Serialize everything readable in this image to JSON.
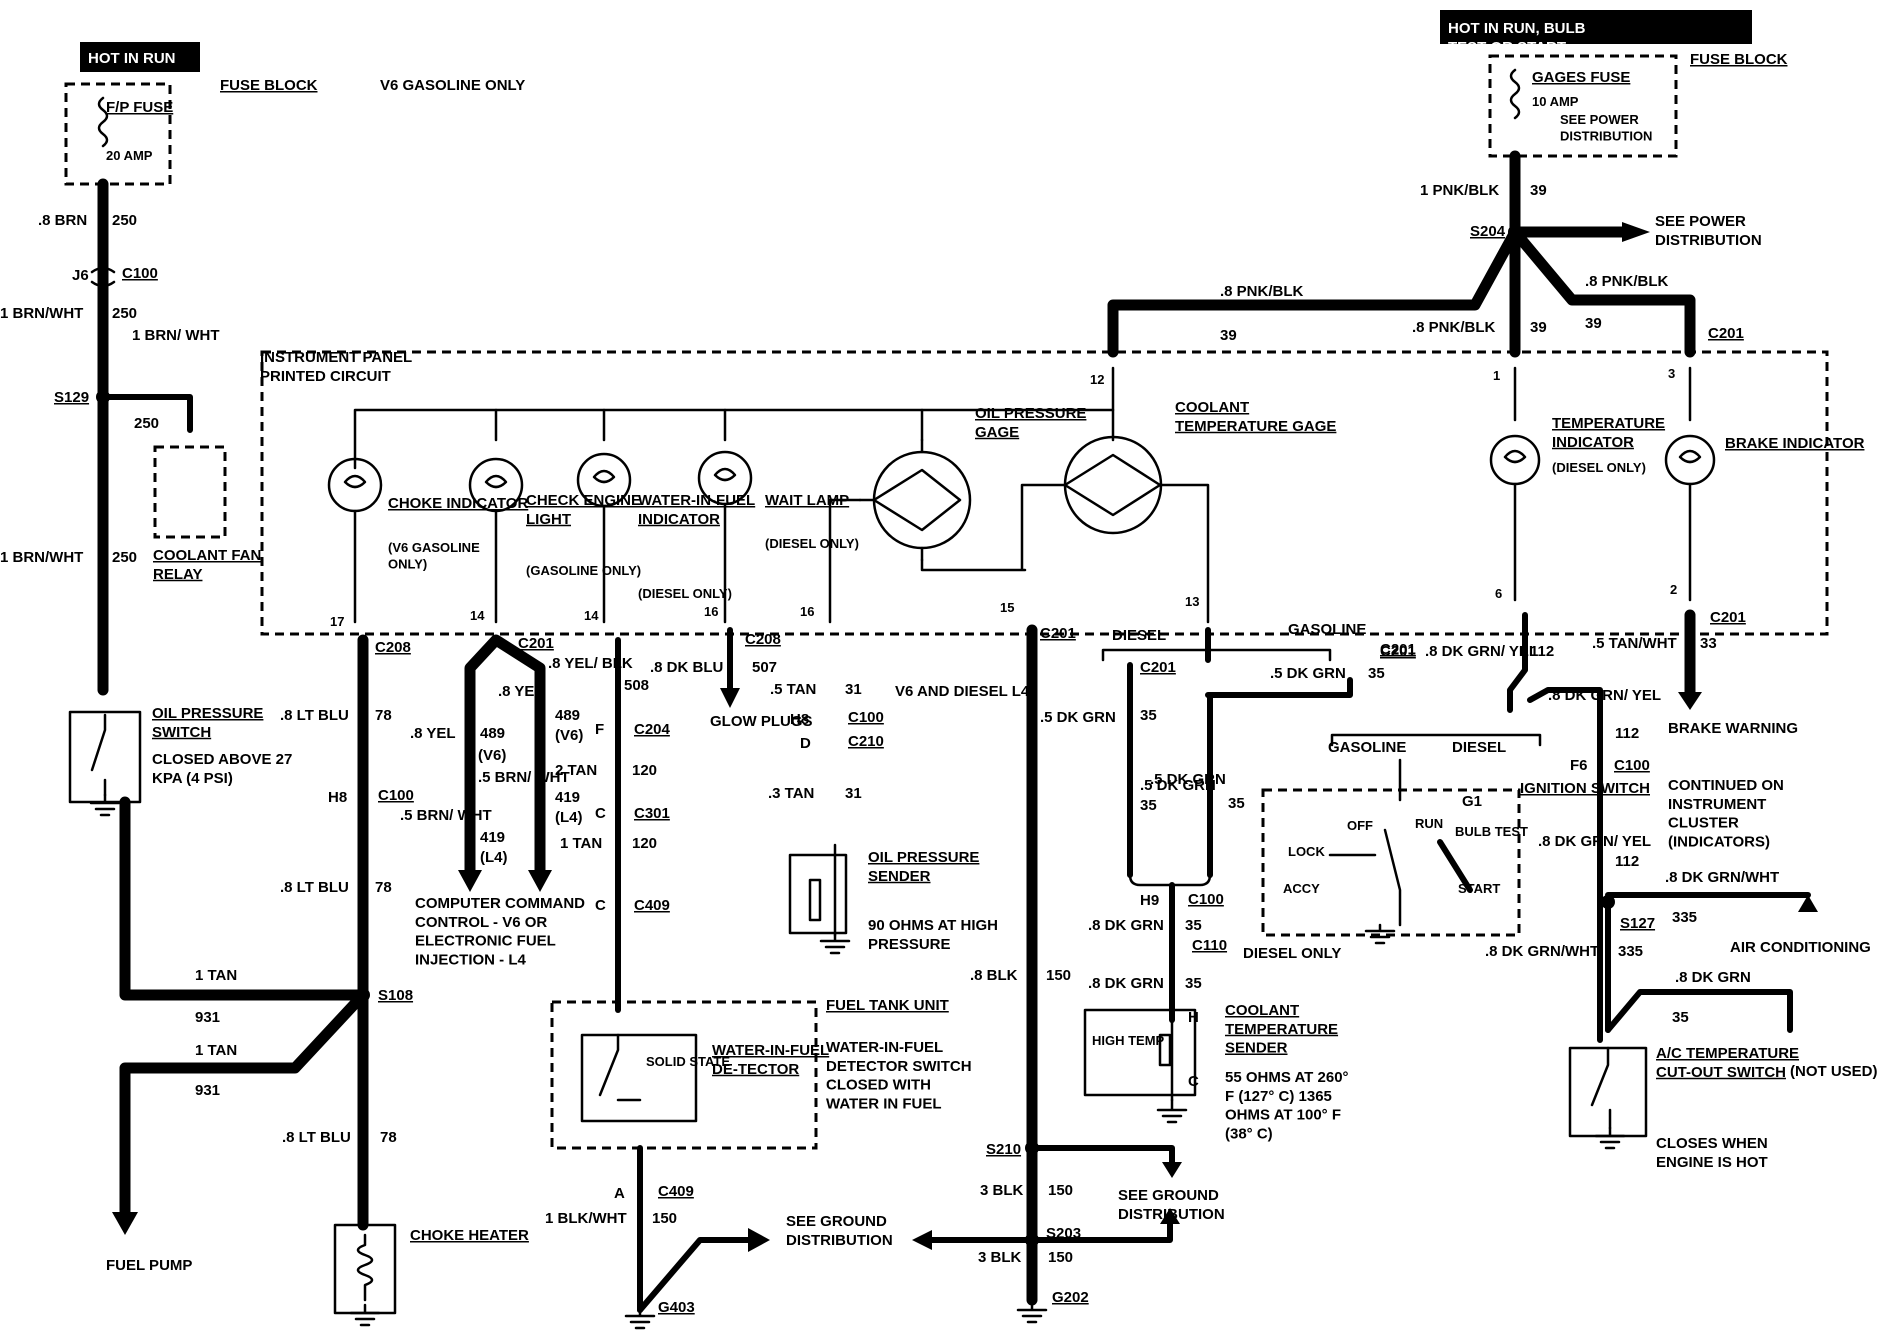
{
  "top_left": {
    "hot_label": "HOT IN RUN",
    "fuse_name": "F/P FUSE",
    "fuse_rating": "20 AMP",
    "fuse_block": "FUSE BLOCK",
    "engine_note": "V6 GASOLINE ONLY"
  },
  "top_right": {
    "hot_label": "HOT IN RUN, BULB TEST OR START",
    "fuse_name": "GAGES FUSE",
    "fuse_rating": "10 AMP",
    "see_power": "SEE POWER DISTRIBUTION",
    "fuse_block": "FUSE BLOCK",
    "s204_see_power": "SEE POWER DISTRIBUTION"
  },
  "wire_labels": {
    "w_8brn": ".8 BRN",
    "c250a": "250",
    "j6": "J6",
    "c100a": "C100",
    "w_1brnwht": "1 BRN/WHT",
    "c250b": "250",
    "w_1brnwht_side": "1 BRN/ WHT",
    "s129": "S129",
    "c250c": "250",
    "w_1brnwht2": "1 BRN/WHT",
    "c250d": "250",
    "w_1pnkblk": "1 PNK/BLK",
    "c39a": "39",
    "s204": "S204",
    "w_8pnkblk_a": ".8 PNK/BLK",
    "c39b": "39",
    "w_8pnkblk_b": ".8 PNK/BLK",
    "c39c": "39",
    "w_8pnkblk_c": ".8 PNK/BLK",
    "c39d": "39",
    "c201_top": "C201"
  },
  "ip_circuit": {
    "title": "INSTRUMENT PANEL PRINTED CIRCUIT",
    "choke_indicator": "CHOKE INDICATOR",
    "choke_note": "(V6 GASOLINE ONLY)",
    "check_engine": "CHECK ENGINE LIGHT",
    "check_note": "(GASOLINE ONLY)",
    "water_in_fuel": "WATER-IN-FUEL INDICATOR",
    "water_note": "(DIESEL ONLY)",
    "wait_lamp": "WAIT LAMP",
    "wait_note": "(DIESEL ONLY)",
    "oil_gage": "OIL PRESSURE GAGE",
    "coolant_gage": "COOLANT TEMPERATURE GAGE",
    "temp_indicator": "TEMPERATURE INDICATOR",
    "temp_note": "(DIESEL ONLY)",
    "brake_indicator": "BRAKE INDICATOR",
    "pins": [
      "17",
      "14",
      "14",
      "16",
      "16",
      "15",
      "13",
      "12",
      "1",
      "3",
      "6",
      "2"
    ]
  },
  "connectors": {
    "c208a": "C208",
    "c201a": "C201",
    "c208b": "C208",
    "c201b": "C201",
    "c201c": "C201",
    "c201d": "C201",
    "c201e": "C201",
    "c201f": "C201"
  },
  "lower_left": {
    "oil_switch": "OIL PRESSURE SWITCH",
    "oil_switch_note": "CLOSED ABOVE 27 KPA (4 PSI)",
    "coolant_fan_relay": "COOLANT FAN RELAY",
    "w_8ltblu_a": ".8 LT BLU",
    "c78a": "78",
    "h8": "H8",
    "c100b": "C100",
    "w_8ltblu_b": ".8 LT BLU",
    "c78b": "78",
    "w_1tan_a": "1 TAN",
    "c931a": "931",
    "s108": "S108",
    "w_1tan_b": "1 TAN",
    "c931b": "931",
    "w_8ltblu_c": ".8 LT BLU",
    "c78c": "78",
    "fuel_pump": "FUEL PUMP",
    "choke_heater": "CHOKE HEATER"
  },
  "mid": {
    "w_8yel_a": ".8 YEL",
    "w_8yel_b": ".8 YEL",
    "c489a": "489",
    "v6a": "(V6)",
    "w_5brnwht_a": ".5 BRN/ WHT",
    "w_5brnwht_b": ".5 BRN/ WHT",
    "c419a": "419",
    "l4a": "(L4)",
    "w_8yelblk": ".8 YEL/ BLK",
    "c489b": "489",
    "v6b": "(V6)",
    "c419b": "419",
    "l4b": "(L4)",
    "computer": "COMPUTER COMMAND CONTROL - V6 OR ELECTRONIC FUEL INJECTION - L4",
    "c508": "508",
    "f": "F",
    "c204": "C204",
    "w_2tan": "2 TAN",
    "c120a": "120",
    "c": "C",
    "c301": "C301",
    "w_1tan": "1 TAN",
    "c120b": "120",
    "c2": "C",
    "c409a": "C409",
    "w_8dkblu": ".8 DK BLU",
    "c507": "507",
    "glow_plugs": "GLOW PLUGS",
    "w_5tan": ".5 TAN",
    "c31a": "31",
    "h8b": "H8",
    "d": "D",
    "c100c": "C100",
    "c210": "C210",
    "v6_diesel": "V6 AND DIESEL L4",
    "w_3tan": ".3 TAN",
    "c31b": "31",
    "oil_sender": "OIL PRESSURE SENDER",
    "oil_sender_note": "90 OHMS AT HIGH PRESSURE",
    "fuel_tank_unit": "FUEL TANK UNIT",
    "fuel_tank_note": "WATER-IN-FUEL DETECTOR SWITCH CLOSED WITH WATER IN FUEL",
    "solid_state": "SOLID STATE",
    "water_detector": "WATER-IN-FUEL DE-TECTOR",
    "a": "A",
    "c409b": "C409",
    "w_1blkwht": "1 BLK/WHT",
    "c150a": "150",
    "g403": "G403",
    "see_ground_a": "SEE GROUND DISTRIBUTION"
  },
  "center": {
    "w_5dkgrn_a": ".5 DK GRN",
    "w_8blk": ".8 BLK",
    "c150b": "150",
    "s210": "S210",
    "w_3blk_a": "3 BLK",
    "c150c": "150",
    "s203": "S203",
    "w_3blk_b": "3 BLK",
    "c150d": "150",
    "g202": "G202",
    "see_ground_b": "SEE GROUND DISTRIBUTION",
    "diesel_a": "DIESEL",
    "gasoline_a": "GASOLINE",
    "c201g": "C201",
    "c35a": "35",
    "w_5dkgrn_b": ".5 DK GRN",
    "c35b": "35",
    "w_5dkgrn_c": ".5 DK GRN",
    "c35c": "35",
    "c201h": "C201",
    "w_5dkgrn_d": ".5 DK GRN",
    "c35d": "35",
    "h9": "H9",
    "c100d": "C100",
    "w_8dkgrn_a": ".8 DK GRN",
    "c35e": "35",
    "c110": "C110",
    "w_8dkgrn_b": ".8 DK GRN",
    "c35f": "35",
    "diesel_only": "DIESEL ONLY",
    "high_temp": "HIGH TEMP",
    "h": "H",
    "c3": "C",
    "coolant_sender": "COOLANT TEMPERATURE SENDER",
    "coolant_sender_note": "55 OHMS AT 260° F (127° C) 1365 OHMS AT 100° F (38° C)"
  },
  "right": {
    "w_8dkgrnyel": ".8 DK GRN/ YEL",
    "c112a": "112",
    "w_5tanwht": ".5 TAN/WHT",
    "c33": "33",
    "w_8dkgrnyel_b": ".8 DK GRN/ YEL",
    "c112b": "112",
    "gasoline_b": "GASOLINE",
    "diesel_b": "DIESEL",
    "brake_warning": "BRAKE WARNING",
    "continued": "CONTINUED ON INSTRUMENT CLUSTER (INDICATORS)",
    "f6": "F6",
    "c100e": "C100",
    "ignition_switch": "IGNITION SWITCH",
    "w_8dkgrnyel_c": ".8 DK GRN/ YEL",
    "c112c": "112",
    "lock": "LOCK",
    "off": "OFF",
    "run": "RUN",
    "bulb_test": "BULB TEST",
    "accy": "ACCY",
    "start": "START",
    "g1": "G1",
    "w_8dkgrnwht_a": ".8 DK GRN/WHT",
    "c335a": "335",
    "s127": "S127",
    "air_conditioning": "AIR CONDITIONING",
    "w_8dkgrnwht_b": ".8 DK GRN/WHT",
    "c335b": "335",
    "w_8dkgrn_c": ".8 DK GRN",
    "c35g": "35",
    "ac_switch": "A/C TEMPERATURE CUT-OUT SWITCH",
    "ac_switch_note": "CLOSES WHEN ENGINE IS HOT",
    "not_used": "(NOT USED)"
  }
}
